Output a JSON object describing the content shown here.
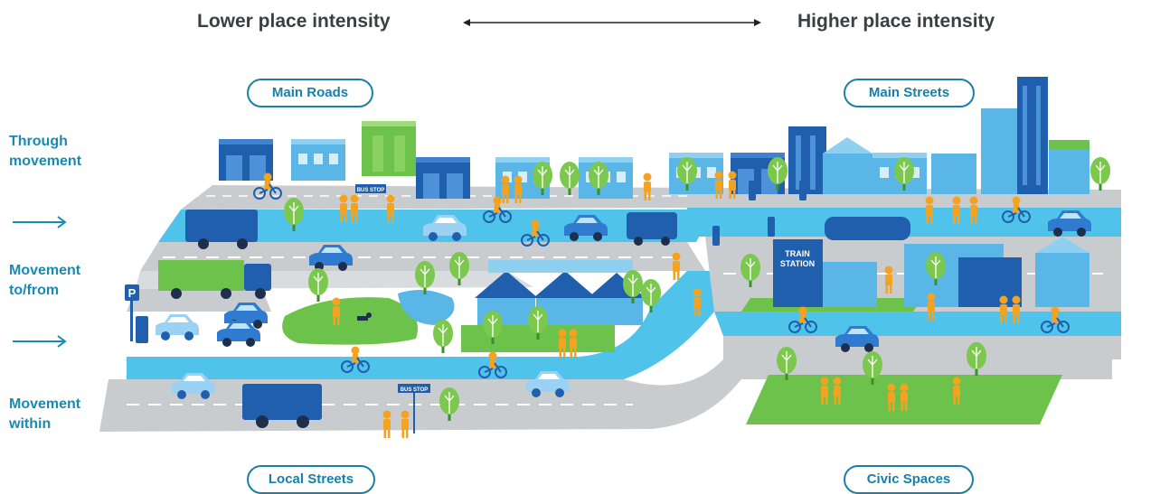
{
  "header": {
    "left": "Lower place intensity",
    "right": "Higher place intensity"
  },
  "labels": {
    "main_roads": "Main Roads",
    "main_streets": "Main Streets",
    "local_streets": "Local Streets",
    "civic_spaces": "Civic Spaces",
    "bus_stop_1": "BUS STOP",
    "bus_stop_2": "BUS STOP",
    "train_station_1": "TRAIN",
    "train_station_2": "STATION"
  },
  "sidebar": {
    "through": [
      "Through",
      "movement"
    ],
    "to_from": [
      "Movement",
      "to/from"
    ],
    "within": [
      "Movement",
      "within"
    ]
  },
  "colors": {
    "accent": "#1a7fa8",
    "sidebar_text": "#1a8ab2",
    "header_text": "#3a3f44",
    "road": "#c9ccce",
    "lane": "#4fc3ea",
    "dark_blue": "#1f5fae",
    "light_blue": "#59b6e6",
    "green": "#6cc24a",
    "orange": "#f4a321"
  }
}
